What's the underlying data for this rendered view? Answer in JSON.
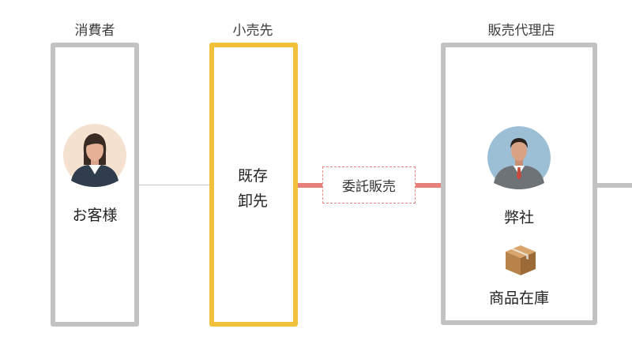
{
  "columns": {
    "consumer": "消費者",
    "retailer": "小売先",
    "agency": "販売代理店"
  },
  "nodes": {
    "customer": "お客様",
    "wholesaler_line1": "既存",
    "wholesaler_line2": "卸先",
    "company": "弊社",
    "inventory": "商品在庫"
  },
  "edges": {
    "consignment": "委託販売"
  },
  "colors": {
    "box_border": "#c2c2c2",
    "highlight_border": "#f2c13b",
    "consignment_line": "#e8807a"
  },
  "icons": {
    "customer": "woman-avatar-icon",
    "company": "man-avatar-icon",
    "inventory": "package-box-icon"
  }
}
